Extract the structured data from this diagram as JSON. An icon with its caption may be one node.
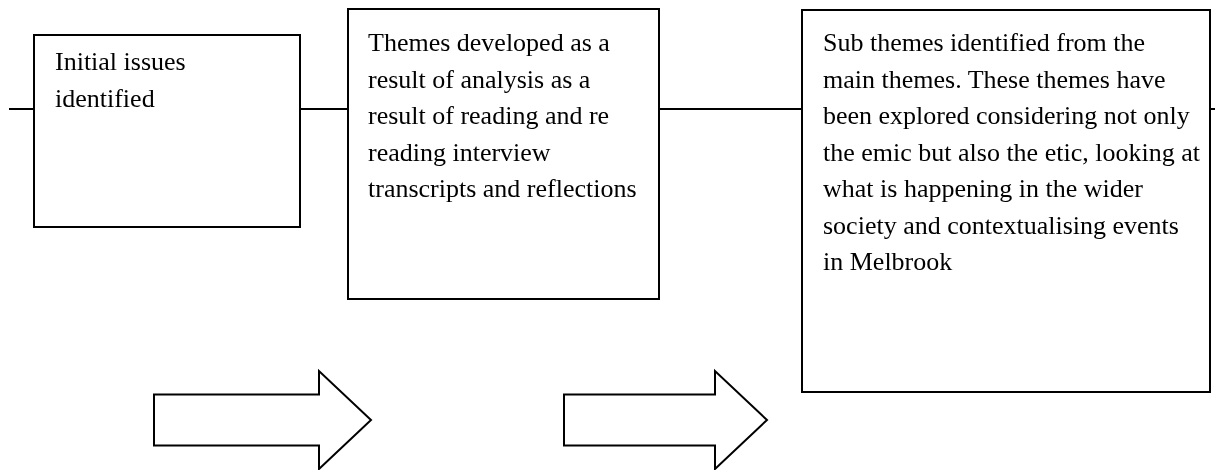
{
  "diagram": {
    "nodes": [
      {
        "text": [
          "Initial issues identified"
        ]
      },
      {
        "text": [
          "Themes developed as a result of analysis as a result of reading and re reading interview transcripts and reflections"
        ]
      },
      {
        "text": [
          "Sub themes identified from the main themes. These themes have been explored considering not only the emic but also the etic, looking at what is happening in the wider society and contextualising events in Melbrook"
        ]
      }
    ],
    "edges": [
      {
        "from": null,
        "to": 0,
        "arrow": "none"
      },
      {
        "from": 0,
        "to": 1,
        "arrow": "none"
      },
      {
        "from": 1,
        "to": 2,
        "arrow": "none"
      },
      {
        "from": 2,
        "to": null,
        "arrow": "none"
      },
      {
        "from": 0,
        "to": 1,
        "arrow": "to"
      },
      {
        "from": 1,
        "to": 2,
        "arrow": "to"
      }
    ]
  }
}
